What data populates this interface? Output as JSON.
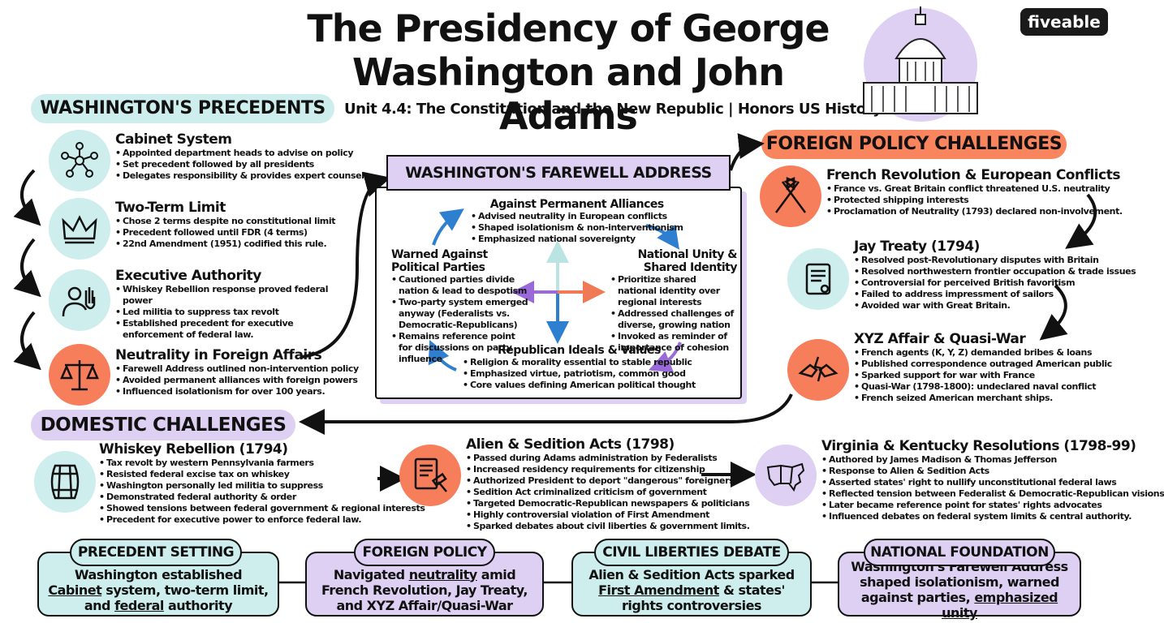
{
  "title_line1": "The Presidency of George",
  "title_line2": "Washington and John Adams",
  "subtitle": "Unit 4.4: The Constitution and the New Republic | Honors US History",
  "logo": "fiveable",
  "sections": {
    "precedents": "WASHINGTON'S PRECEDENTS",
    "foreign": "FOREIGN POLICY CHALLENGES",
    "domestic": "DOMESTIC CHALLENGES"
  },
  "precedents": [
    {
      "title": "Cabinet System",
      "icon": "cabinet-network-icon",
      "bullets": [
        "Appointed department heads to advise on policy",
        "Set precedent followed by all presidents",
        "Delegates responsibility & provides expert counsel."
      ]
    },
    {
      "title": "Two-Term Limit",
      "icon": "crown-icon",
      "bullets": [
        "Chose 2 terms despite no constitutional limit",
        "Precedent followed until FDR (4 terms)",
        "22nd Amendment (1951) codified this rule."
      ]
    },
    {
      "title": "Executive Authority",
      "icon": "raised-hand-person-icon",
      "bullets": [
        "Whiskey Rebellion response proved federal power",
        "Led militia to suppress tax revolt",
        "Established precedent for executive enforcement of federal law."
      ]
    },
    {
      "title": "Neutrality in Foreign Affairs",
      "icon": "scales-icon",
      "bullets": [
        "Farewell Address outlined non-intervention policy",
        "Avoided permanent alliances with foreign powers",
        "Influenced isolationism for over 100 years."
      ]
    }
  ],
  "farewell": {
    "title": "WASHINGTON'S FAREWELL ADDRESS",
    "alliances": {
      "title": "Against Permanent Alliances",
      "bullets": [
        "Advised neutrality in European conflicts",
        "Shaped isolationism & non-interventionism",
        "Emphasized national sovereignty"
      ]
    },
    "parties": {
      "title1": "Warned Against",
      "title2": "Political Parties",
      "bullets": [
        "Cautioned parties divide nation & lead to despotism",
        "Two-party system emerged anyway (Federalists vs. Democratic-Republicans)",
        "Remains reference point for discussions on party influence"
      ]
    },
    "unity": {
      "title1": "National Unity &",
      "title2": "Shared Identity",
      "bullets": [
        "Prioritize shared national identity over regional interests",
        "Addressed challenges of diverse, growing nation",
        "Invoked as reminder of importance of cohesion"
      ]
    },
    "ideals": {
      "title": "Republican Ideals & Values",
      "bullets": [
        "Religion & morality essential to stable republic",
        "Emphasized virtue, patriotism, common good",
        "Core values defining American political thought"
      ]
    }
  },
  "foreign": [
    {
      "title": "French Revolution & European Conflicts",
      "icon": "crossed-flags-icon",
      "bullets": [
        "France vs. Great Britain conflict threatened U.S. neutrality",
        "Protected shipping interests",
        "Proclamation of Neutrality (1793) declared non-involvement."
      ]
    },
    {
      "title": "Jay Treaty (1794)",
      "icon": "treaty-scroll-icon",
      "bullets": [
        "Resolved post-Revolutionary disputes with Britain",
        "Resolved northwestern frontier occupation & trade issues",
        "Controversial for perceived British favoritism",
        "Failed to address impressment of sailors",
        "Avoided war with Great Britain."
      ]
    },
    {
      "title": "XYZ Affair & Quasi-War",
      "icon": "broken-handshake-icon",
      "bullets": [
        "French agents (K, Y, Z) demanded bribes & loans",
        "Published correspondence outraged American public",
        "Sparked support for war with France",
        "Quasi-War (1798-1800): undeclared naval conflict",
        "French seized American merchant ships."
      ]
    }
  ],
  "domestic": [
    {
      "title": "Whiskey Rebellion (1794)",
      "icon": "barrel-icon",
      "bullets": [
        "Tax revolt by western Pennsylvania farmers",
        "Resisted federal excise tax on whiskey",
        "Washington personally led militia to suppress",
        "Demonstrated federal authority & order",
        "Showed tensions between federal government & regional interests",
        "Precedent for executive power to enforce federal law."
      ]
    },
    {
      "title": "Alien & Sedition Acts (1798)",
      "icon": "gavel-document-icon",
      "bullets": [
        "Passed during Adams administration by Federalists",
        "Increased residency requirements for citizenship",
        "Authorized President to deport \"dangerous\" foreigners",
        "Sedition Act criminalized criticism of government",
        "Targeted Democratic-Republican newspapers & politicians",
        "Highly controversial violation of First Amendment",
        "Sparked debates about civil liberties & government limits."
      ]
    },
    {
      "title": "Virginia & Kentucky Resolutions (1798-99)",
      "icon": "us-map-icon",
      "bullets": [
        "Authored by James Madison & Thomas Jefferson",
        "Response to Alien & Sedition Acts",
        "Asserted states' right to nullify unconstitutional federal laws",
        "Reflected tension between Federalist & Democratic-Republican visions",
        "Later became reference point for states' rights advocates",
        "Influenced debates on federal system limits & central authority."
      ]
    }
  ],
  "summary": [
    {
      "label": "PRECEDENT SETTING",
      "t1": "Washington established ",
      "u1": "Cabinet",
      "t2": " system, two-term limit, and ",
      "u2": "federal",
      "t3": " authority"
    },
    {
      "label": "FOREIGN POLICY",
      "t1": "Navigated ",
      "u1": "neutrality",
      "t2": " amid French Revolution, Jay Treaty, and XYZ Affair/Quasi-War",
      "u2": "",
      "t3": ""
    },
    {
      "label": "CIVIL LIBERTIES DEBATE",
      "t1": "Alien & Sedition Acts sparked ",
      "u1": "First Amendment",
      "t2": " & states' rights controversies",
      "u2": "",
      "t3": ""
    },
    {
      "label": "NATIONAL FOUNDATION",
      "t1": "Washington's Farewell Address shaped isolationism, warned against parties, ",
      "u1": "emphasized unity",
      "t2": "",
      "u2": "",
      "t3": ""
    }
  ],
  "colors": {
    "teal": "#cdeeed",
    "purple": "#ddd0f2",
    "orange": "#f77e5a",
    "ink": "#111111"
  }
}
